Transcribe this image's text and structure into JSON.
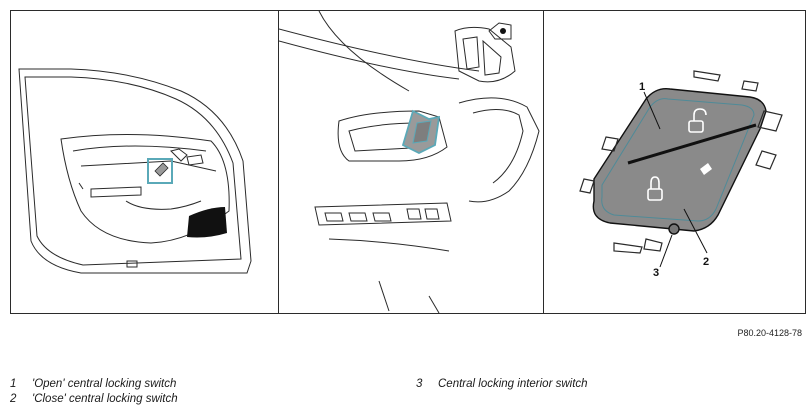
{
  "figure": {
    "code": "P80.20-4128-78",
    "callouts": [
      "1",
      "2",
      "3"
    ]
  },
  "legend": [
    {
      "num": "1",
      "text": "'Open' central locking switch"
    },
    {
      "num": "2",
      "text": "'Close' central locking switch"
    },
    {
      "num": "3",
      "text": "Central locking interior switch"
    }
  ],
  "colors": {
    "highlight": "#5aa9b8",
    "switch_gray": "#8a8a8a",
    "line": "#2b2b2b"
  }
}
